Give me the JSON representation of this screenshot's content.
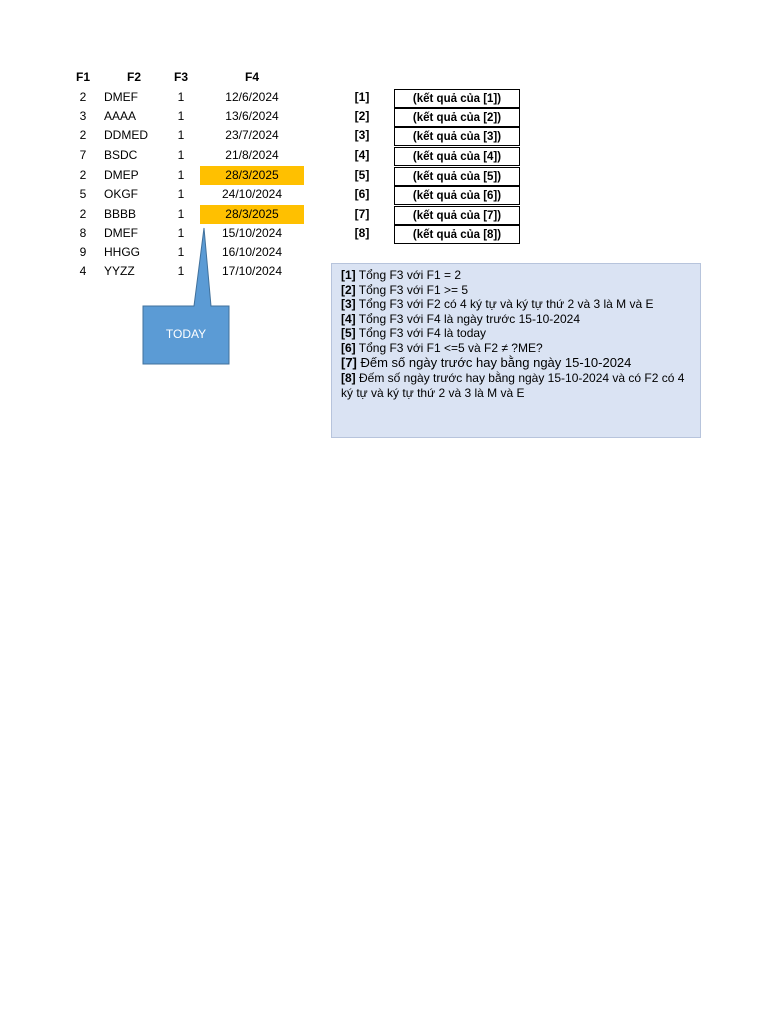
{
  "table": {
    "headers": [
      "F1",
      "F2",
      "F3",
      "F4"
    ],
    "rows": [
      {
        "f1": "2",
        "f2": "DMEF",
        "f3": "1",
        "f4": "12/6/2024",
        "highlight": false
      },
      {
        "f1": "3",
        "f2": "AAAA",
        "f3": "1",
        "f4": "13/6/2024",
        "highlight": false
      },
      {
        "f1": "2",
        "f2": "DDMED",
        "f3": "1",
        "f4": "23/7/2024",
        "highlight": false
      },
      {
        "f1": "7",
        "f2": "BSDC",
        "f3": "1",
        "f4": "21/8/2024",
        "highlight": false
      },
      {
        "f1": "2",
        "f2": "DMEP",
        "f3": "1",
        "f4": "28/3/2025",
        "highlight": true
      },
      {
        "f1": "5",
        "f2": "OKGF",
        "f3": "1",
        "f4": "24/10/2024",
        "highlight": false
      },
      {
        "f1": "2",
        "f2": "BBBB",
        "f3": "1",
        "f4": "28/3/2025",
        "highlight": true
      },
      {
        "f1": "8",
        "f2": "DMEF",
        "f3": "1",
        "f4": "15/10/2024",
        "highlight": false
      },
      {
        "f1": "9",
        "f2": "HHGG",
        "f3": "1",
        "f4": "16/10/2024",
        "highlight": false
      },
      {
        "f1": "4",
        "f2": "YYZZ",
        "f3": "1",
        "f4": "17/10/2024",
        "highlight": false
      }
    ],
    "highlight_color": "#ffc000"
  },
  "results": [
    {
      "label": "[1]",
      "value": "(kết quả của [1])"
    },
    {
      "label": "[2]",
      "value": "(kết quả của [2])"
    },
    {
      "label": "[3]",
      "value": "(kết quả của [3])"
    },
    {
      "label": "[4]",
      "value": "(kết quả của [4])"
    },
    {
      "label": "[5]",
      "value": "(kết quả của [5])"
    },
    {
      "label": "[6]",
      "value": "(kết quả của [6])"
    },
    {
      "label": "[7]",
      "value": "(kết quả của [7])"
    },
    {
      "label": "[8]",
      "value": "(kết quả của [8])"
    }
  ],
  "callout": {
    "text": "TODAY",
    "fill": "#5b9bd5",
    "stroke": "#41719c"
  },
  "notes": {
    "background": "#dae3f3",
    "items": [
      {
        "num": "[1]",
        "text": " Tổng F3 với F1 = 2"
      },
      {
        "num": "[2]",
        "text": " Tổng F3 với F1 >= 5"
      },
      {
        "num": "[3]",
        "text": " Tổng F3 với F2 có 4 ký tự và ký tự thứ 2 và 3 là M và E"
      },
      {
        "num": "[4]",
        "text": " Tổng F3 với F4 là ngày trước 15-10-2024"
      },
      {
        "num": "[5]",
        "text": " Tổng F3 với F4 là today"
      },
      {
        "num": "[6]",
        "text": " Tổng F3 với F1 <=5 và F2   ≠  ?ME?"
      },
      {
        "num": "[7]",
        "text": "  Đếm số ngày trước hay bằng ngày 15-10-2024"
      },
      {
        "num": "[8]",
        "text": "  Đếm số ngày trước hay bằng ngày 15-10-2024 và có  F2 có 4 ký tự và ký tự thứ 2 và 3 là M và E"
      }
    ]
  }
}
